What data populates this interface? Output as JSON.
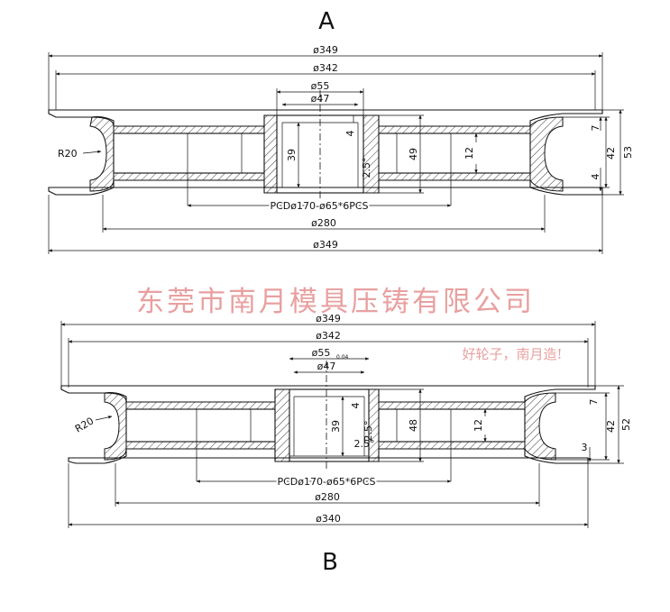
{
  "drawing_a": {
    "label": "A",
    "dims": {
      "outer_top": "ø349",
      "flange": "ø342",
      "hub_outer": "ø55",
      "hub_inner": "ø47",
      "hub_step": "4",
      "bore_len": "39",
      "hub_len": "49",
      "chamfer": "2.5°",
      "web": "12",
      "groove_top": "7",
      "groove": "42",
      "width": "53",
      "groove_bottom": "4",
      "radius": "R20",
      "pcd": "PCDø170-ø65*6PCS",
      "d280": "ø280",
      "outer_bottom": "ø349"
    }
  },
  "drawing_b": {
    "label": "B",
    "dims": {
      "outer_top": "ø349",
      "flange": "ø342",
      "hub_outer": "ø55",
      "hub_tol": "0.04",
      "hub_inner": "ø47",
      "hub_step": "4",
      "bore_len": "39",
      "hub_len": "48",
      "chamfer_top": "2.5°",
      "chamfer_bot": "2.5°",
      "web": "12",
      "groove_top": "7",
      "groove": "42",
      "width": "52",
      "groove_bottom": "3",
      "radius": "R20",
      "pcd": "PCDø170-ø65*6PCS",
      "d280": "ø280",
      "outer_bottom": "ø340"
    }
  },
  "watermark": {
    "company": "东莞市南月模具压铸有限公司",
    "slogan": "好轮子，南月造!"
  }
}
